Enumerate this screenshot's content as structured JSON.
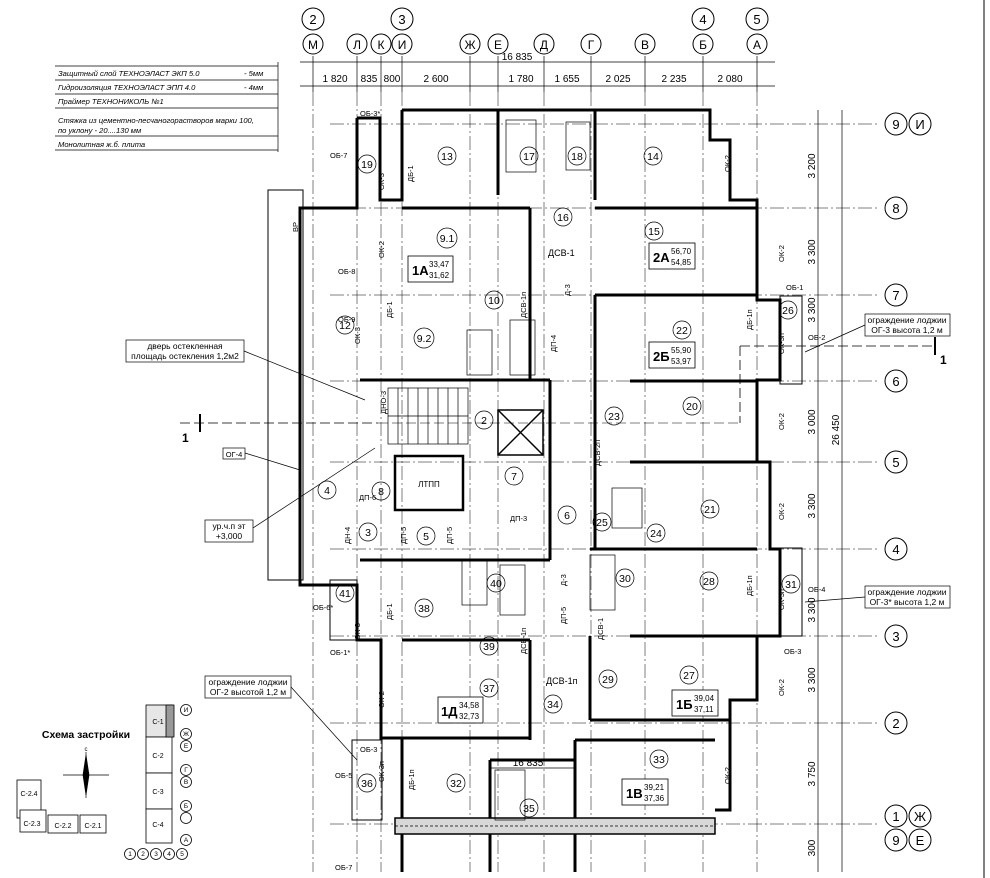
{
  "layers": [
    "Защитный слой ТЕХНОЭЛАСТ ЭКП 5.0",
    "Гидроизоляция ТЕХНОЭЛАСТ ЭПП 4.0",
    "Праймер ТЕХНОНИКОЛЬ №1",
    "Стяжка из цементно-песчаногорастворов марки 100,",
    "по уклону - 20....130 мм",
    "Монолитная ж.б. плита"
  ],
  "layer_thickness": [
    "- 5мм",
    "- 4мм"
  ],
  "top_axes": {
    "numbers": [
      "2",
      "3",
      "4",
      "5"
    ],
    "letters": [
      "М",
      "Л",
      "К",
      "И",
      "Ж",
      "Е",
      "Д",
      "Г",
      "В",
      "Б",
      "А"
    ]
  },
  "top_total": "16 835",
  "bottom_total": "16 835",
  "top_dims": [
    "1 820",
    "835",
    "800",
    "2 600",
    "1 780",
    "1 655",
    "2 025",
    "2 235",
    "2 080"
  ],
  "right_axes": {
    "rows": [
      "9",
      "8",
      "7",
      "6",
      "5",
      "4",
      "3",
      "2",
      "1",
      "9"
    ],
    "letters": [
      "И",
      "Ж",
      "Е"
    ]
  },
  "right_dims": [
    "3 200",
    "3 300",
    "3 300",
    "3 000",
    "3 300",
    "3 300",
    "3 300",
    "3 750",
    "300"
  ],
  "right_total": "26 450",
  "rooms": [
    "13",
    "17",
    "18",
    "14",
    "19",
    "16",
    "15",
    "9.1",
    "10",
    "12",
    "9.2",
    "22",
    "2",
    "23",
    "20",
    "7",
    "8",
    "25",
    "24",
    "21",
    "4",
    "3",
    "5",
    "6",
    "30",
    "28",
    "31",
    "41",
    "38",
    "40",
    "39",
    "37",
    "34",
    "29",
    "27",
    "36",
    "32",
    "35",
    "33",
    "26",
    "1"
  ],
  "apartments": [
    {
      "code": "1А",
      "a": "33,47",
      "b": "31,62"
    },
    {
      "code": "2А",
      "a": "56,70",
      "b": "54,85"
    },
    {
      "code": "2Б",
      "a": "55,90",
      "b": "53,97"
    },
    {
      "code": "1Д",
      "a": "34,58",
      "b": "32,73"
    },
    {
      "code": "1Б",
      "a": "39,04",
      "b": "37,11"
    },
    {
      "code": "1В",
      "a": "39,21",
      "b": "37,36"
    }
  ],
  "openings": [
    "ОБ-3*",
    "ОБ-7",
    "ОК-3",
    "ДБ-1",
    "ОК-2",
    "ОБ-8",
    "ОК-2",
    "ОБ-9",
    "ОК-3",
    "ДБ-1",
    "ДСВ-1",
    "Д-3",
    "ДСВ-1п",
    "ДП-4",
    "ОК-2",
    "ОБ-1",
    "ДБ-1п",
    "ОК-3п",
    "ОБ-2",
    "ДСВ-2п",
    "ОК-2",
    "ДНО-3",
    "ДП-6",
    "ДН-4",
    "ДП-5",
    "ДП-5",
    "ДП-3",
    "ОК-2",
    "ДБ-1п",
    "ОК-3п",
    "ОБ-4",
    "ОБ-3",
    "ОБ-6*",
    "ДБ-1",
    "ОК-3",
    "ОБ-1*",
    "ДСВ-1п",
    "ДП-5",
    "Д-3",
    "ДСВ-1",
    "ДСВ-1п",
    "ОК-2",
    "ОК-2",
    "ОБ-3",
    "ОК-3п",
    "ОБ-5",
    "ДБ-1п",
    "ОК-2",
    "ОБ-7",
    "ВР",
    "ЛТПП"
  ],
  "callouts": {
    "door_l1": "дверь остекленная",
    "door_l2": "площадь остекления 1,2м2",
    "fence3_l1": "ограждение лоджии",
    "fence3_l2": "ОГ-3 высота 1,2 м",
    "fence3s_l1": "ограждение лоджии",
    "fence3s_l2": "ОГ-3* высота 1,2 м",
    "fence2_l1": "ограждение лоджии",
    "fence2_l2": "ОГ-2 высотой 1,2 м",
    "og4": "ОГ-4",
    "level_l1": "ур.ч.п эт",
    "level_l2": "+3,000"
  },
  "section_mark": "1",
  "scheme": {
    "title": "Схема застройки",
    "sections": [
      "С-1",
      "С-2",
      "С-3",
      "С-4",
      "С-2.4",
      "С-2.3",
      "С-2.2",
      "С-2.1"
    ],
    "axis_letters": [
      "И",
      "Ж",
      "Е",
      "Г",
      "В",
      "Б",
      "А"
    ],
    "axis_numbers": [
      "1",
      "2",
      "3",
      "4",
      "5"
    ],
    "north": "с"
  }
}
